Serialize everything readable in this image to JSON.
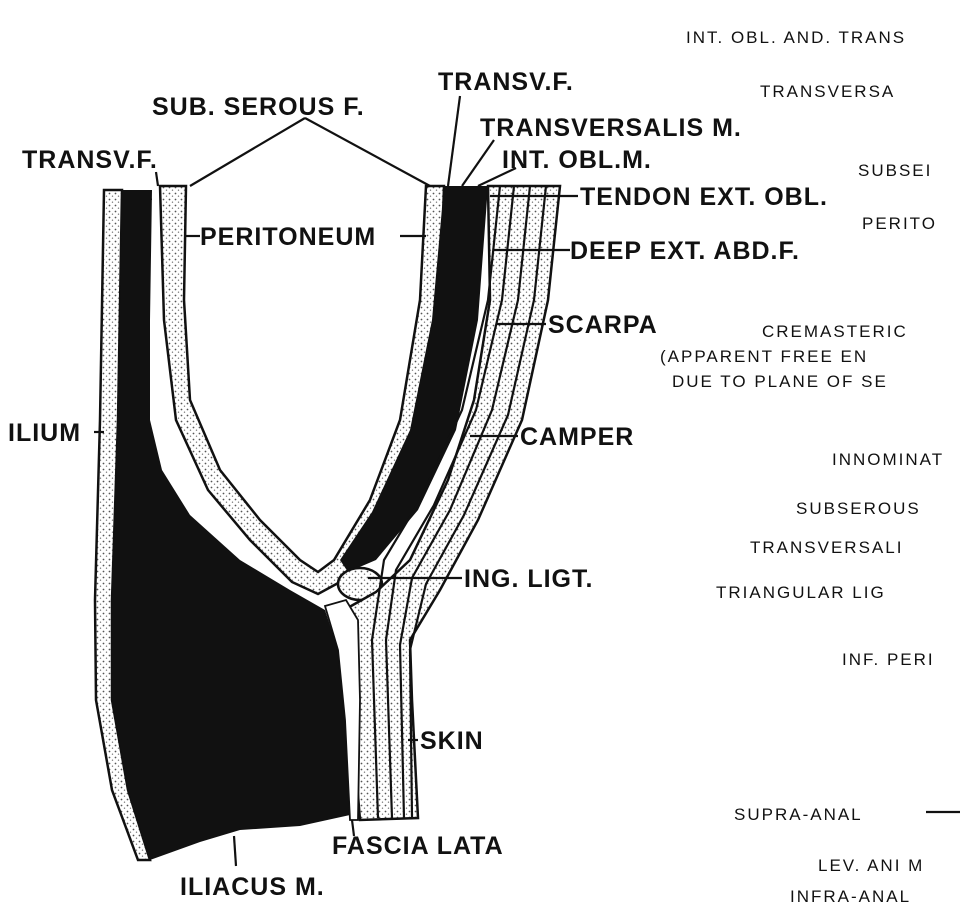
{
  "left_figure": {
    "labels": {
      "sub_serous_f": "SUB. SEROUS F.",
      "transv_f_top": "TRANSV.F.",
      "transv_f_left": "TRANSV.F.",
      "transversalis_m": "TRANSVERSALIS M.",
      "int_obl_m": "INT. OBL.M.",
      "tendon_ext_obl": "TENDON EXT. OBL.",
      "peritoneum": "PERITONEUM",
      "deep_ext_abd_f": "DEEP EXT. ABD.F.",
      "scarpa": "SCARPA",
      "ilium": "ILIUM",
      "camper": "CAMPER",
      "ing_ligt": "ING. LIGT.",
      "skin": "SKIN",
      "fascia_lata": "FASCIA LATA",
      "iliacus_m": "ILIACUS M."
    }
  },
  "right_figure": {
    "labels": [
      "INT. OBL. AND. TRANS",
      "TRANSVERSA",
      "SUBSEI",
      "PERITO",
      "CREMASTERIC",
      "(APPARENT FREE EN",
      "DUE  TO PLANE OF SE",
      "INNOMINAT",
      "SUBSEROUS",
      "TRANSVERSALI",
      "TRIANGULAR  LIG",
      "INF. PERI",
      "SUPRA-ANAL",
      "LEV. ANI M",
      "INFRA-ANAL"
    ]
  },
  "colors": {
    "ink": "#111111",
    "paper": "#ffffff",
    "stipple": "#9a9a9a"
  }
}
